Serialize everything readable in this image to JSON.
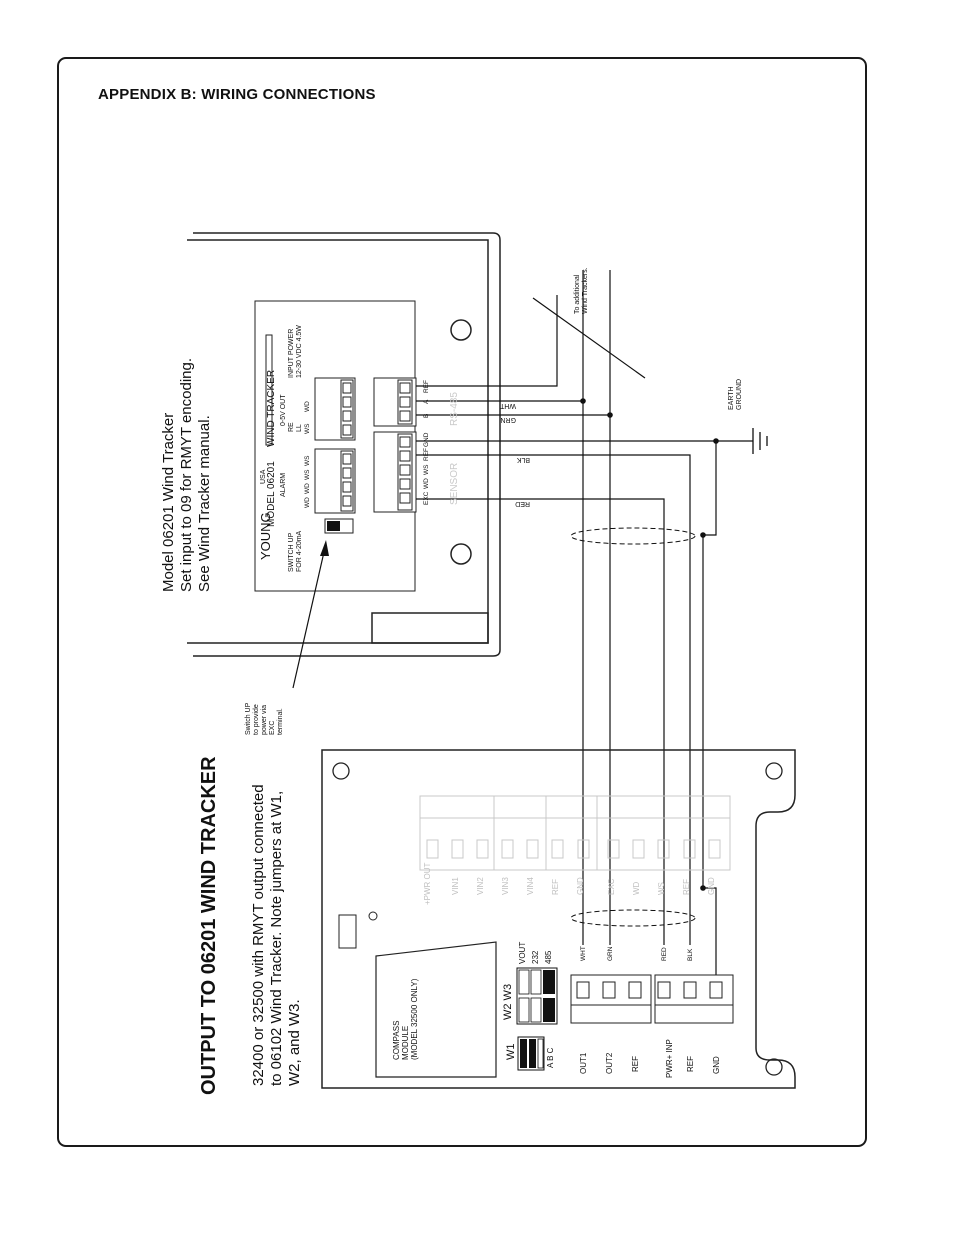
{
  "page": {
    "appendix_title": "APPENDIX B: WIRING CONNECTIONS",
    "section_title": "OUTPUT TO 06201 WIND TRACKER",
    "description_lines": [
      "32400 or 32500 with RMYT output connected",
      "to 06102 Wind Tracker. Note jumpers at W1,",
      "W2, and W3."
    ],
    "tracker_note_lines": [
      "Model 06201 Wind Tracker",
      "Set input to 09 for RMYT encoding.",
      "See Wind Tracker manual."
    ]
  },
  "wind_tracker": {
    "brand": "YOUNG",
    "country": "USA",
    "model": "MODEL  06201",
    "name": "WIND TRACKER",
    "alarm_label": "ALARM",
    "alarm_terminals": [
      "WD",
      "WD",
      "WS",
      "WS"
    ],
    "out_label": "0-5V OUT",
    "out_terminals": [
      "WS",
      "WD"
    ],
    "out_sub": [
      "RE",
      "LL"
    ],
    "input_power_lines": [
      "INPUT POWER",
      "12-30 VDC 4.5W"
    ],
    "switch_label_lines": [
      "SWITCH UP",
      "FOR 4-20mA"
    ],
    "rs485_label": "RS-485",
    "sensor_label": "SENSOR",
    "terminals": [
      "REF",
      "A",
      "B",
      "GND",
      "REF",
      "WS",
      "WD",
      "EXC"
    ]
  },
  "switch_note_lines": [
    "Switch UP",
    "to provide",
    "power via",
    "EXC",
    "terminal."
  ],
  "additional_trackers_lines": [
    "To additional",
    "Wind Trackers."
  ],
  "earth_ground_lines": [
    "EARTH",
    "GROUND"
  ],
  "wire_colors": {
    "ref": "",
    "a": "WHT",
    "b": "GRN",
    "ws": "BLK",
    "exc": "RED"
  },
  "compass": {
    "module_lines": [
      "COMPASS",
      "MODULE",
      "(MODEL 32500 ONLY)"
    ],
    "w1": "W1",
    "w1_letters": "A  B  C",
    "w23": "W2  W3",
    "vout": "VOUT",
    "v232": "232",
    "v485": "485",
    "gray_terminals": [
      "+PWR OUT",
      "VIN1",
      "VIN2",
      "VIN3",
      "VIN4",
      "REF",
      "GND",
      "EXC",
      "WD",
      "WS",
      "REF",
      "GND"
    ],
    "terminals_a": [
      "OUT1",
      "OUT2",
      "REF"
    ],
    "terminals_b": [
      "PWR+ INP",
      "REF",
      "GND"
    ],
    "wire_labels": [
      "WHT",
      "GRN",
      "RED",
      "BLK"
    ]
  }
}
